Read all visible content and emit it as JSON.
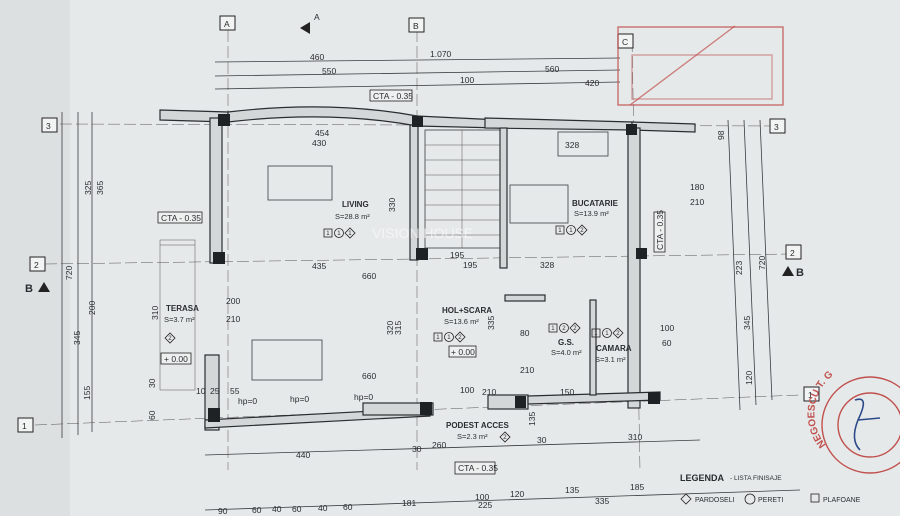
{
  "axes": {
    "A": "A",
    "B": "B",
    "C": "C",
    "row1": "1",
    "row2": "2",
    "row3": "3",
    "section_a": "A",
    "section_b": "B"
  },
  "levels": {
    "cta": "CTA - 0.35",
    "zero": "+ 0.00"
  },
  "rooms": [
    {
      "name": "LIVING",
      "area": "S=28.8 m²",
      "finish": [
        "1",
        "1",
        "1"
      ]
    },
    {
      "name": "BUCATARIE",
      "area": "S=13.9 m²",
      "finish": [
        "1",
        "1",
        "2"
      ]
    },
    {
      "name": "TERASA",
      "area": "S=3.7 m²",
      "finish": [
        "2"
      ]
    },
    {
      "name": "HOL+SCARA",
      "area": "S=13.6 m²",
      "finish": [
        "1",
        "1",
        "2"
      ]
    },
    {
      "name": "G.S.",
      "area": "S=4.0 m²",
      "finish": [
        "1",
        "2",
        "2"
      ]
    },
    {
      "name": "CAMARA",
      "area": "S=3.1 m²",
      "finish": [
        "1",
        "1",
        "2"
      ]
    },
    {
      "name": "PODEST ACCES",
      "area": "S=2.3 m²",
      "finish": [
        "2"
      ]
    }
  ],
  "dims_top": [
    "460",
    "1.070",
    "550",
    "100",
    "560",
    "420"
  ],
  "dims_bottom": [
    "90",
    "60",
    "40",
    "60",
    "40",
    "60",
    "181",
    "100",
    "120",
    "135",
    "185",
    "225",
    "335"
  ],
  "dims_plan": [
    "454",
    "430",
    "435",
    "660",
    "195",
    "195",
    "328",
    "328",
    "660",
    "440",
    "260",
    "310",
    "30",
    "30",
    "200",
    "210",
    "hp=0",
    "hp=0",
    "hp=0",
    "330",
    "320",
    "315",
    "335",
    "100",
    "210",
    "80",
    "210",
    "135",
    "150",
    "55",
    "25",
    "10"
  ],
  "dims_left": [
    "325",
    "365",
    "720",
    "345",
    "200",
    "155",
    "310",
    "30",
    "60"
  ],
  "dims_right": [
    "180",
    "210",
    "223",
    "720",
    "345",
    "120",
    "98",
    "100",
    "60"
  ],
  "watermark": "VISION HOUSE",
  "legend": {
    "title": "LEGENDA",
    "subtitle": "- LISTA FINISAJE",
    "items": [
      "PARDOSELI",
      "PERETI",
      "PLAFOANE"
    ]
  },
  "stamp_text": "NEGOESCU T. G",
  "colors": {
    "paper": "#e6e9ea",
    "ink": "#2a2d30",
    "stamp": "#c0504d"
  }
}
